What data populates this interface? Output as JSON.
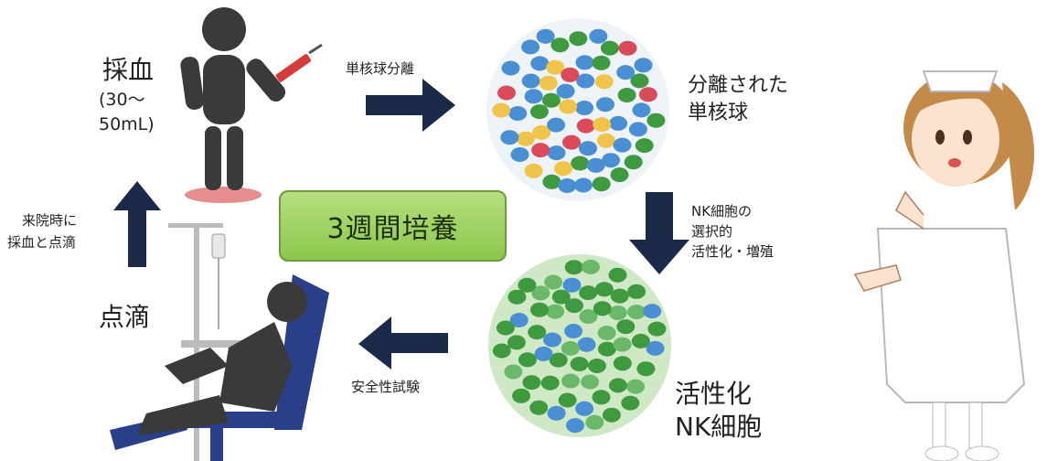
{
  "labels": {
    "blood_draw": "採血",
    "blood_amount_1": "(30〜",
    "blood_amount_2": "50mL)",
    "separation": "単核球分離",
    "separated_1": "分離された",
    "separated_2": "単核球",
    "selective_1": "NK細胞の",
    "selective_2": "選択的",
    "selective_3": "活性化・増殖",
    "culture": "3週間培養",
    "activated_1": "活性化",
    "activated_2": "NK細胞",
    "safety": "安全性試験",
    "infusion": "点滴",
    "visit_1": "来院時に",
    "visit_2": "採血と点滴"
  },
  "colors": {
    "arrow": "#1c2a4a",
    "culture_box": "#9fd260",
    "figure": "#3a3a3a",
    "chair": "#2a3f8a",
    "cell_blue": "#4a8fd4",
    "cell_green": "#3f9a3f",
    "cell_yellow": "#f0c44a",
    "cell_red": "#d94a5a",
    "nurse_hair": "#c48a4a"
  }
}
